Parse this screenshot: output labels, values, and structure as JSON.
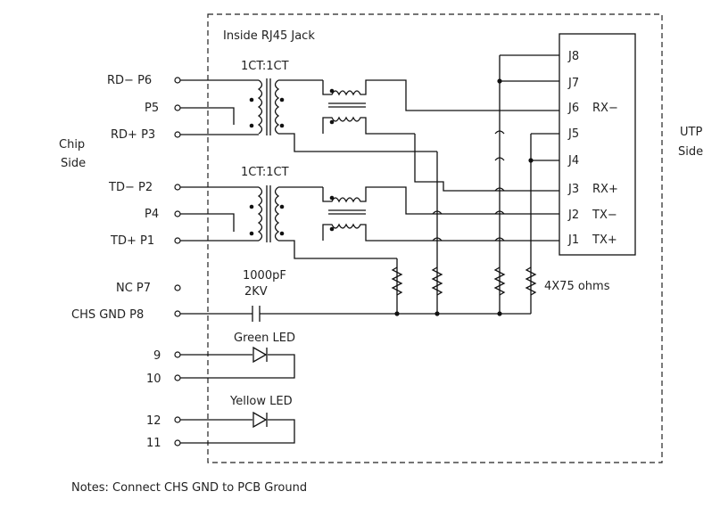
{
  "jack_title": "Inside RJ45 Jack",
  "chip_side": [
    "Chip",
    "Side"
  ],
  "utp_side": [
    "UTP",
    "Side"
  ],
  "transformer_top_label": "1CT:1CT",
  "transformer_bottom_label": "1CT:1CT",
  "chip_pins": {
    "rd_minus": "RD−  P6",
    "p5": "P5",
    "rd_plus": "RD+  P3",
    "td_minus": "TD−  P2",
    "p4": "P4",
    "td_plus": "TD+  P1",
    "nc": "NC  P7",
    "chs_gnd": "CHS  GND  P8",
    "led9": "9",
    "led10": "10",
    "led12": "12",
    "led11": "11"
  },
  "connector_pins": [
    {
      "pin": "J8",
      "signal": ""
    },
    {
      "pin": "J7",
      "signal": ""
    },
    {
      "pin": "J6",
      "signal": "RX−"
    },
    {
      "pin": "J5",
      "signal": ""
    },
    {
      "pin": "J4",
      "signal": ""
    },
    {
      "pin": "J3",
      "signal": "RX+"
    },
    {
      "pin": "J2",
      "signal": "TX−"
    },
    {
      "pin": "J1",
      "signal": "TX+"
    }
  ],
  "capacitor": {
    "value": "1000pF",
    "voltage": "2KV"
  },
  "resistor_label": "4X75  ohms",
  "green_led": "Green  LED",
  "yellow_led": "Yellow  LED",
  "notes": "Notes:  Connect  CHS  GND  to  PCB  Ground"
}
